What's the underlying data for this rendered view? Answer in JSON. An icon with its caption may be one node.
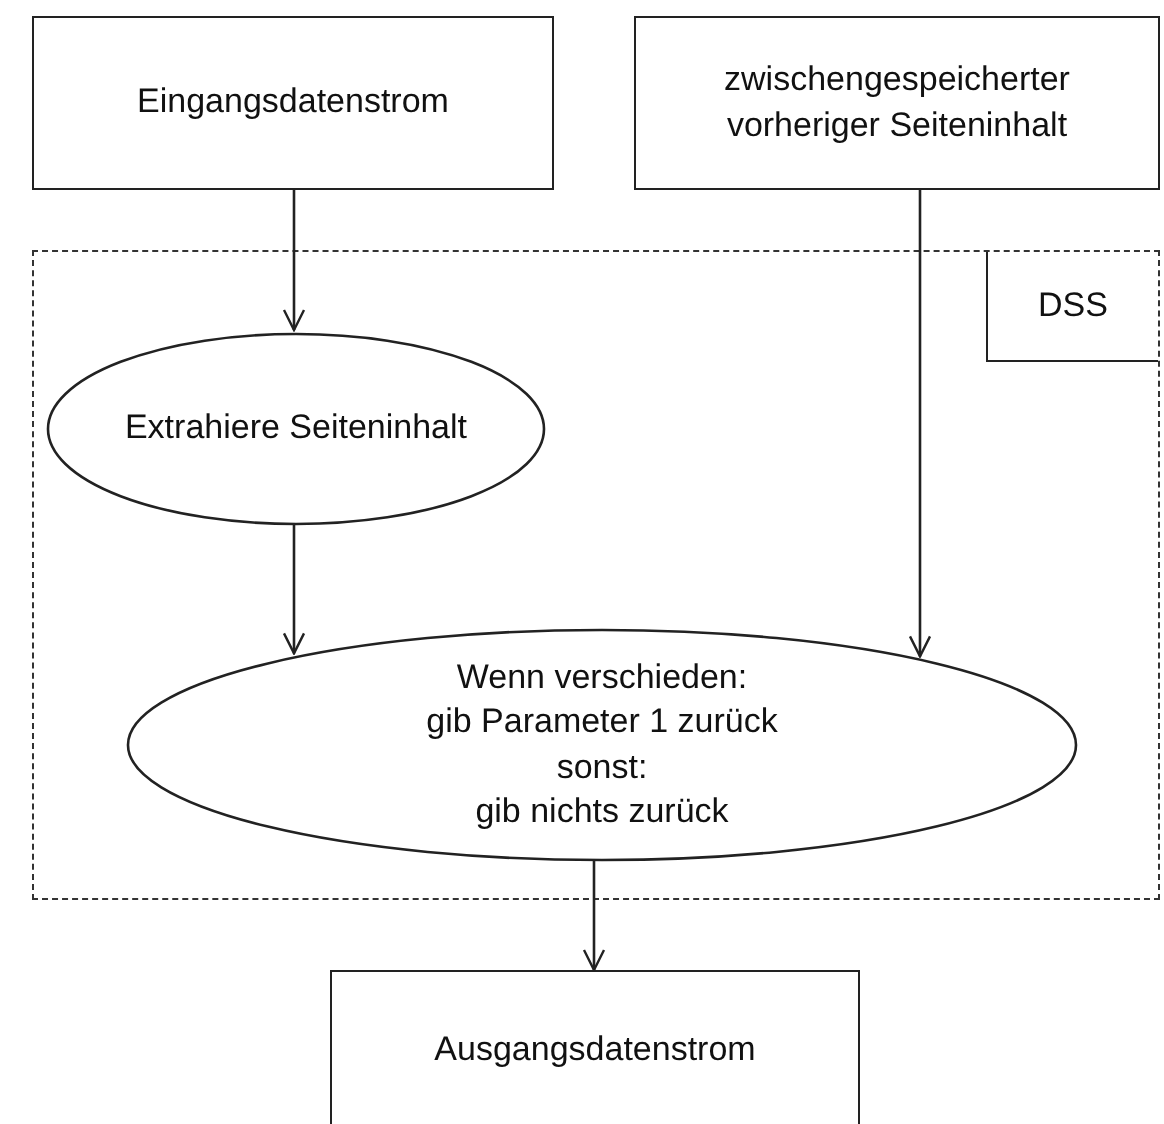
{
  "diagram": {
    "nodes": [
      {
        "text": [
          "Eingangsdatenstrom"
        ]
      },
      {
        "text": [
          "zwischengespeicherter vorheriger Seiteninhalt"
        ]
      },
      {
        "text": [
          "DSS"
        ]
      },
      {
        "text": [
          "Extrahiere Seiteninhalt"
        ],
        "in": 2
      },
      {
        "text": [
          "Wenn verschieden:",
          "gib Parameter 1 zurück",
          "sonst:",
          "gib nichts zurück"
        ],
        "in": 2
      },
      {
        "text": [
          "Ausgangsdatenstrom"
        ]
      }
    ],
    "edges": [
      {
        "from": 0,
        "to": 3,
        "arrow": "to"
      },
      {
        "from": 1,
        "to": 4,
        "arrow": "to"
      },
      {
        "from": 3,
        "to": 4,
        "arrow": "to"
      },
      {
        "from": 4,
        "to": 5,
        "arrow": "to"
      }
    ]
  }
}
